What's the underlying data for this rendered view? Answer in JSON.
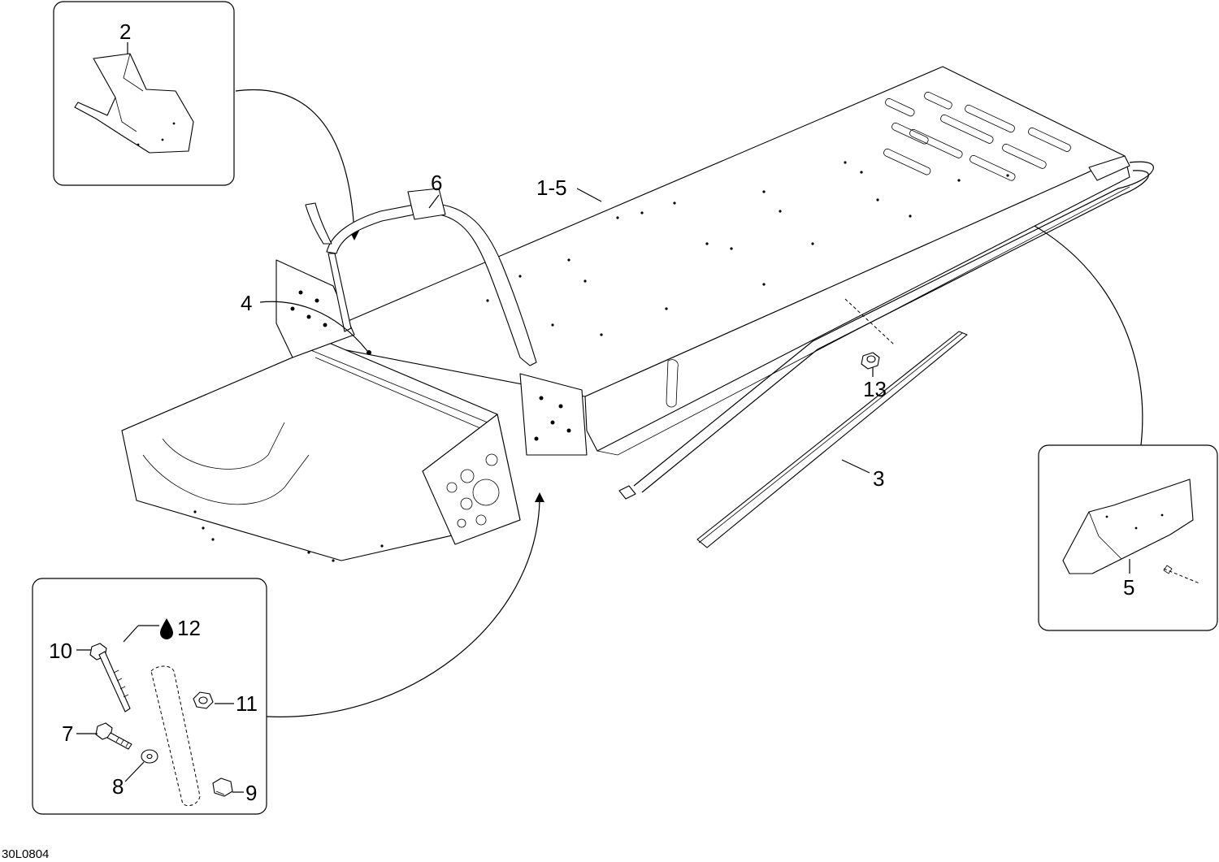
{
  "callouts": {
    "c1_5": "1-5",
    "c2": "2",
    "c3": "3",
    "c4": "4",
    "c5": "5",
    "c6": "6",
    "c7": "7",
    "c8": "8",
    "c9": "9",
    "c10": "10",
    "c11": "11",
    "c12": "12",
    "c13": "13"
  },
  "figure_code": "30L0804"
}
